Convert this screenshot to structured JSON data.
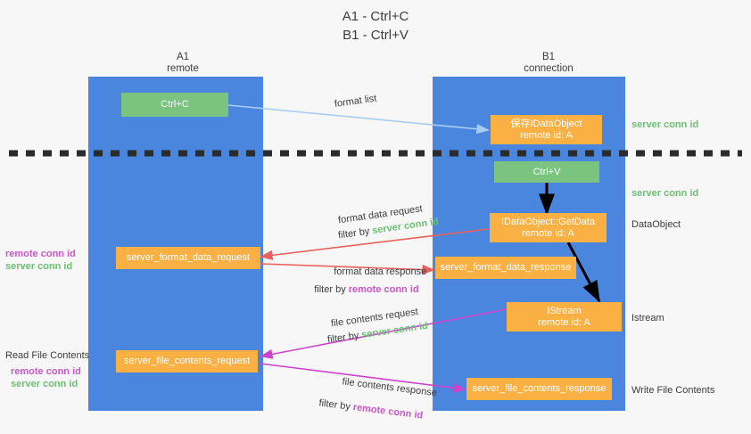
{
  "title": "A1 - Ctrl+C\nB1 - Ctrl+V",
  "columns": [
    {
      "name": "A1",
      "sub": "remote",
      "label": "A1\nremote"
    },
    {
      "name": "B1",
      "sub": "connection",
      "label": "B1\nconnection"
    }
  ],
  "colors": {
    "lane": "#4a86dd",
    "green_node": "#7ac47f",
    "orange_node": "#fbb044",
    "server_conn_id": "#6cbf73",
    "remote_conn_id": "#cc55cc",
    "blue_arrow": "#a8cdf0",
    "red_arrow": "#e8605d",
    "magenta_arrow": "#cc44cc",
    "black_arrow": "#000000",
    "background": "#f7f7f7"
  },
  "nodes": {
    "ctrl_c": {
      "label": "Ctrl+C",
      "style": "green"
    },
    "ctrl_v": {
      "label": "Ctrl+V",
      "style": "green"
    },
    "save_dataobject": {
      "line1": "保存IDataObject",
      "line2": "remote id: A",
      "style": "orange"
    },
    "getdata": {
      "line1": "IDataObject::GetData",
      "line2": "remote id: A",
      "style": "orange"
    },
    "istream": {
      "line1": "IStream",
      "line2": "remote id: A",
      "style": "orange"
    },
    "server_format_data_request": {
      "label": "server_format_data_request",
      "style": "orange"
    },
    "server_format_data_response": {
      "label": "server_format_data_response",
      "style": "orange"
    },
    "server_file_contents_request": {
      "label": "server_file_contents_request",
      "style": "orange"
    },
    "server_file_contents_response": {
      "label": "server_file_contents_response",
      "style": "orange"
    }
  },
  "edge_labels": {
    "format_list": "format list",
    "format_data_request": "format data request",
    "format_data_request_filter_prefix": "filter by ",
    "format_data_request_filter_value": "server conn id",
    "format_data_response": "format data response",
    "format_data_response_filter_prefix": "filter by ",
    "format_data_response_filter_value": "remote conn id",
    "file_contents_request": "file contents request",
    "file_contents_request_filter_prefix": "filter by ",
    "file_contents_request_filter_value": "server conn id",
    "file_contents_response": "file contents response",
    "file_contents_response_filter_prefix": "filter by ",
    "file_contents_response_filter_value": "remote conn id"
  },
  "right_annotations": {
    "server_conn_id_top": "server conn id",
    "server_conn_id_mid": "server conn id",
    "dataobject": "DataObject",
    "istream": "Istream",
    "write_file_contents": "Write File Contents"
  },
  "left_annotations": {
    "remote_conn_id_upper": "remote conn id",
    "server_conn_id_upper": "server conn id",
    "read_file_contents": "Read File Contents",
    "remote_conn_id_lower": "remote conn id",
    "server_conn_id_lower": "server conn id"
  }
}
